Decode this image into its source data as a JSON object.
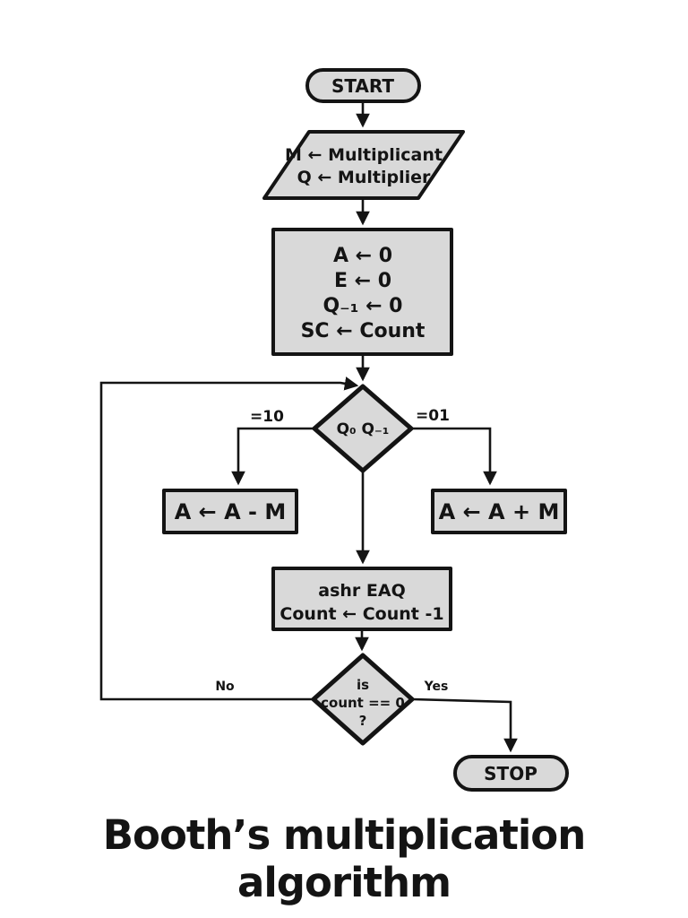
{
  "title": "Booth’s multiplication algorithm",
  "flowchart": {
    "start": {
      "label": "START"
    },
    "input": {
      "lines": [
        "M ← Multiplicant",
        "Q ← Multiplier"
      ]
    },
    "init": {
      "lines": [
        "A ← 0",
        "E ← 0",
        "Q₋₁ ← 0",
        "SC ← Count"
      ]
    },
    "decision1": {
      "label": "Q₀ Q₋₁",
      "left_branch_label": "=10",
      "right_branch_label": "=01"
    },
    "subtract": {
      "label": "A ← A - M"
    },
    "add": {
      "label": "A ← A + M"
    },
    "shift": {
      "lines": [
        "ashr EAQ",
        "Count ← Count -1"
      ]
    },
    "decision2": {
      "lines": [
        "is",
        "count == 0",
        "?"
      ],
      "no_branch_label": "No",
      "yes_branch_label": "Yes"
    },
    "stop": {
      "label": "STOP"
    }
  },
  "colors": {
    "background": "#ffffff",
    "shape_fill": "#d9d9d9",
    "stroke": "#141414",
    "text": "#141414"
  }
}
